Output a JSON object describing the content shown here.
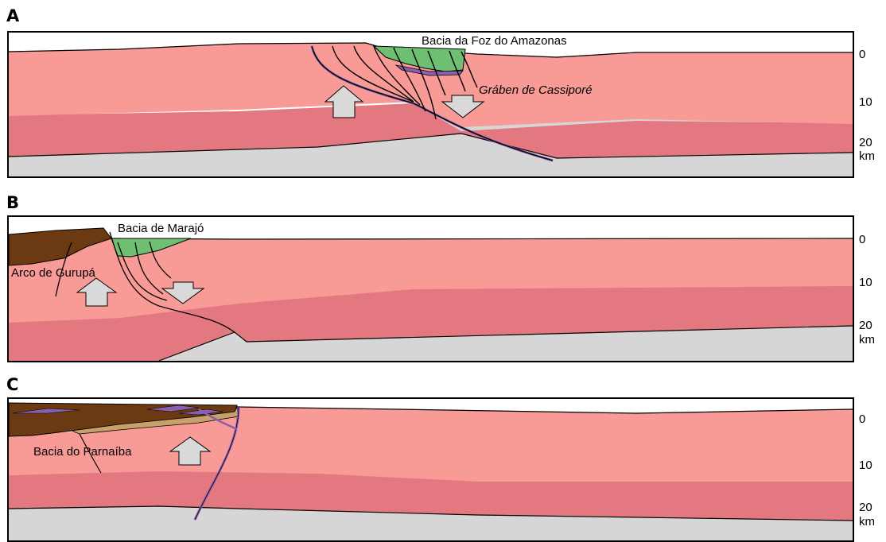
{
  "panels": [
    {
      "letter": "A",
      "labels": {
        "basin": "Bacia da Foz do Amazonas",
        "graben": "Gráben de Cassiporé"
      },
      "scale": {
        "s0": "0",
        "s10": "10",
        "s20": "20",
        "unit": "km"
      }
    },
    {
      "letter": "B",
      "labels": {
        "basin": "Bacia de Marajó",
        "arch": "Arco de Gurupá"
      },
      "scale": {
        "s0": "0",
        "s10": "10",
        "s20": "20",
        "unit": "km"
      }
    },
    {
      "letter": "C",
      "labels": {
        "basin": "Bacia do Parnaíba"
      },
      "scale": {
        "s0": "0",
        "s10": "10",
        "s20": "20",
        "unit": "km"
      }
    }
  ],
  "colors": {
    "upper_crust": "#f89a96",
    "lower_crust": "#e47880",
    "mantle": "#d6d6d6",
    "rift_sediments": "#6fbf73",
    "older_sediments": "#6b3a12",
    "tan_layer": "#c8a06a",
    "volcanic": "#8a5fb0",
    "arrow": "#d9d9d9"
  }
}
